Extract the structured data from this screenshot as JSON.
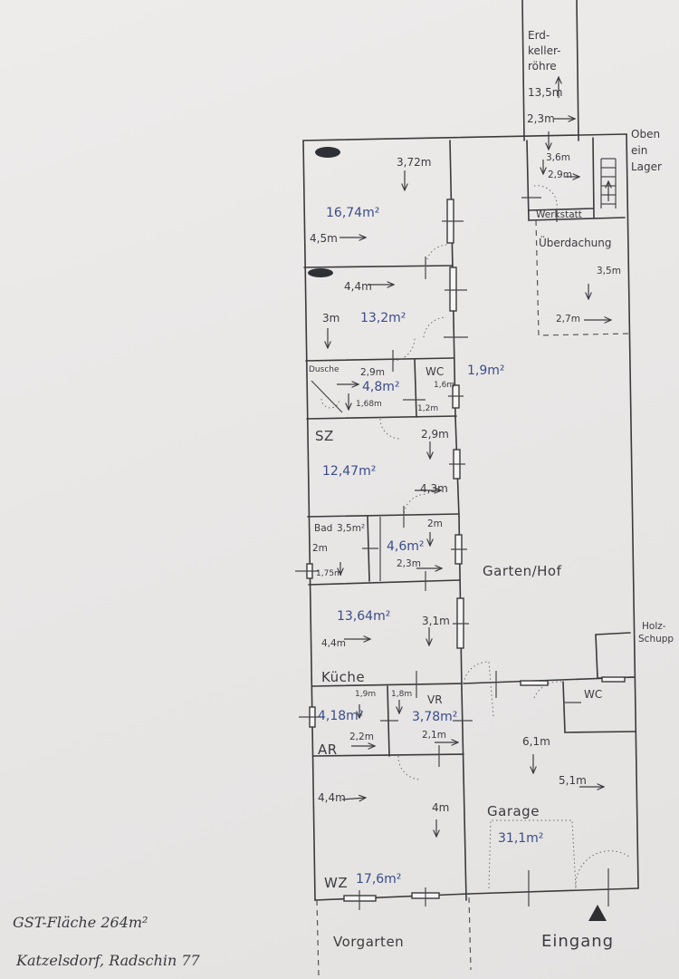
{
  "labels": {
    "erdkeller": "Erd-",
    "erdkeller2": "keller-",
    "erdkeller3": "röhre",
    "ek_len": "13,5m",
    "ek_w": "2,3m",
    "oben1": "Oben",
    "oben2": "ein",
    "oben3": "Lager",
    "ws_d1": "3,6m",
    "ws_d2": "2,9m",
    "werkstatt": "Werkstatt",
    "ueberdachung": "Überdachung",
    "ue_d1": "3,5m",
    "ue_d2": "2,7m",
    "r1_d1": "3,72m",
    "r1_area": "16,74m²",
    "r1_d2": "4,5m",
    "r2_d1": "4,4m",
    "r2_d2": "3m",
    "r2_area": "13,2m²",
    "dusche": "Dusche",
    "bd_d1": "2,9m",
    "bd_area": "4,8m²",
    "bd_d2": "1,68m",
    "wc1": "WC",
    "wc1_area": "1,9m²",
    "wc1_d1": "1,6m",
    "wc1_d2": "1,2m",
    "sz": "SZ",
    "sz_d1": "2,9m",
    "sz_area": "12,47m²",
    "sz_d2": "4,3m",
    "bad": "Bad",
    "bad_area": "3,5m²",
    "bad_d1": "2m",
    "bad_d2": "1,75m",
    "vb_area": "4,6m²",
    "vb_d1": "2m",
    "vb_d2": "2,3m",
    "garten": "Garten/Hof",
    "k_area": "13,64m²",
    "k_d1": "3,1m",
    "k_d2": "4,4m",
    "kueche": "Küche",
    "holz1": "Holz-",
    "holz2": "Schupp",
    "ar_d1": "1,9m",
    "ar_area": "4,18m²",
    "ar_d2": "2,2m",
    "ar": "AR",
    "vr_d1": "1,8m",
    "vr": "VR",
    "vr_area": "3,78m²",
    "vr_d2": "2,1m",
    "wc2": "WC",
    "g_d1": "6,1m",
    "g_d2": "5,1m",
    "garage": "Garage",
    "g_area": "31,1m²",
    "wz_d1": "4,4m",
    "wz_d2": "4m",
    "wz": "WZ",
    "wz_area": "17,6m²",
    "vorgarten": "Vorgarten",
    "eingang": "Eingang",
    "gst": "GST-Fläche 264m²",
    "address": "Katzelsdorf, Radschin 77"
  }
}
